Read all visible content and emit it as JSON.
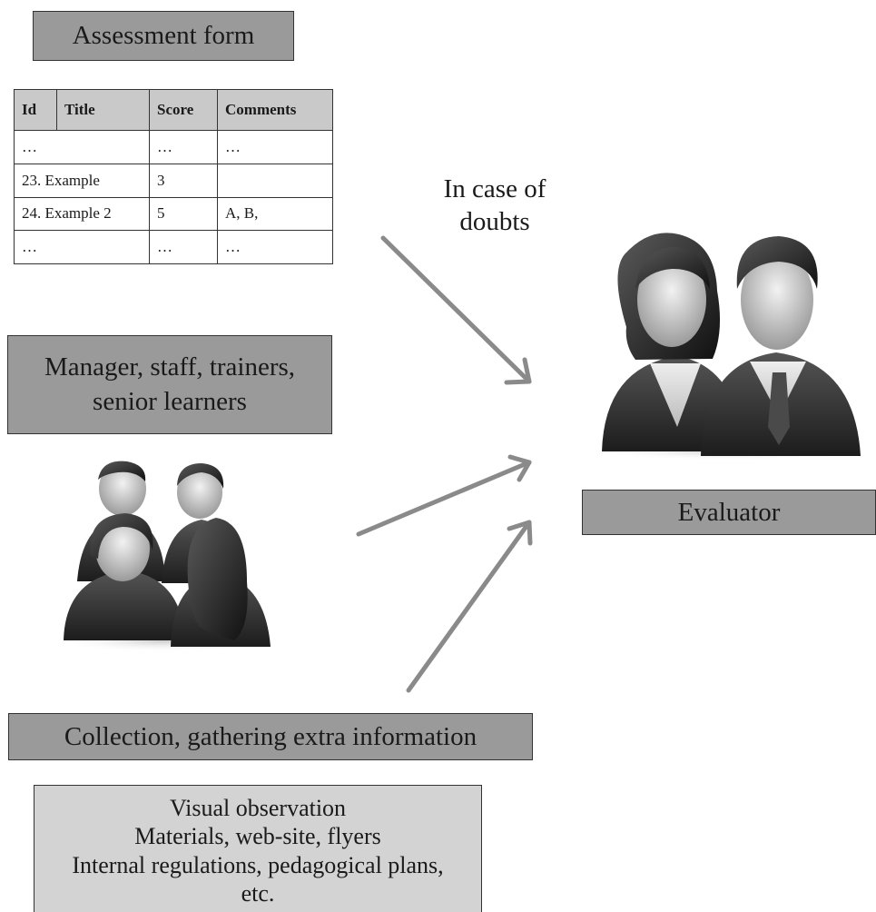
{
  "assessment_form": {
    "title": "Assessment form",
    "columns": [
      "Id",
      "Title",
      "Score",
      "Comments"
    ],
    "rows": [
      {
        "item": "…",
        "score": "…",
        "comments": "…"
      },
      {
        "item": "23. Example",
        "score": "3",
        "comments": ""
      },
      {
        "item": "24. Example 2",
        "score": "5",
        "comments": "A, B,"
      },
      {
        "item": "…",
        "score": "…",
        "comments": "…"
      }
    ]
  },
  "doubts_label": [
    "In case of",
    "doubts"
  ],
  "people_box": {
    "lines": [
      "Manager, staff, trainers,",
      "senior learners"
    ]
  },
  "collection_box": {
    "label": "Collection, gathering extra information"
  },
  "sources_box": {
    "lines": [
      "Visual observation",
      "Materials, web-site, flyers",
      "Internal regulations, pedagogical plans,",
      "etc."
    ]
  },
  "evaluator_box": {
    "label": "Evaluator"
  },
  "icons": {
    "group": "people-group-icon",
    "evaluator": "evaluator-pair-icon"
  },
  "colors": {
    "box_dark": "#9a9a9a",
    "box_light": "#d3d3d3",
    "arrow": "#8a8a8a"
  }
}
